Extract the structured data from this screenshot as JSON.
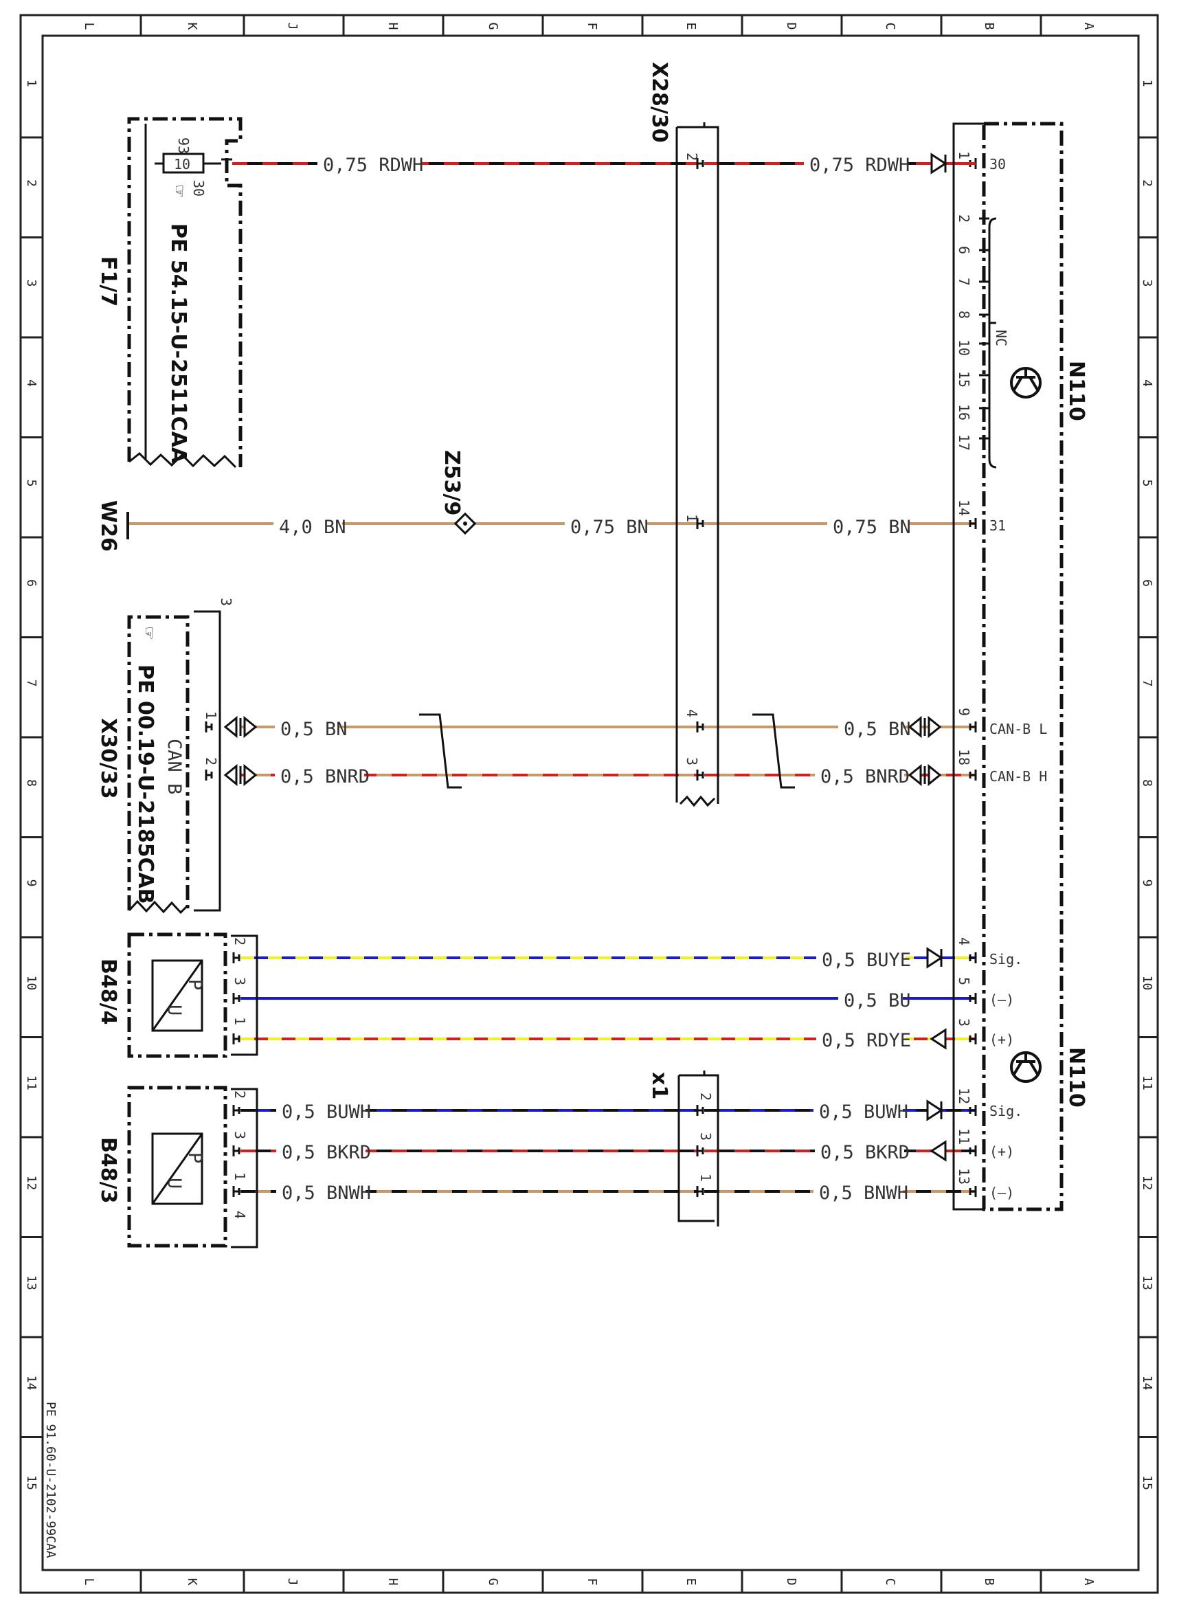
{
  "grid": {
    "letters": [
      "L",
      "K",
      "J",
      "H",
      "G",
      "F",
      "E",
      "D",
      "C",
      "B",
      "A"
    ],
    "numbers": [
      "1",
      "2",
      "3",
      "4",
      "5",
      "6",
      "7",
      "8",
      "9",
      "10",
      "11",
      "12",
      "13",
      "14",
      "15"
    ]
  },
  "components": {
    "f17_name": "F1/7",
    "f17_ref": "PE 54.15-U-2511CAA",
    "f17_fuse_value": "10",
    "f17_pin_93": "93",
    "f17_pin_30": "30",
    "x2830_name": "X28/30",
    "w26_name": "W26",
    "z539_name": "Z53/9",
    "x3033_name": "X30/33",
    "x3033_ref": "PE 00.19-U-2185CAB",
    "x3033_bus": "CAN B",
    "x3033_bracket": "3",
    "b484_name": "B48/4",
    "b483_name": "B48/3",
    "sensor_p": "P",
    "sensor_u": "U",
    "x1_name": "x1",
    "n110_top_name": "N110",
    "n110_bottom_name": "N110",
    "nc_label": "NC"
  },
  "wires": {
    "w1_left": "0,75 RDWH",
    "w1_right": "0,75 RDWH",
    "w2_left": "4,0 BN",
    "w2_mid": "0,75 BN",
    "w2_right": "0,75 BN",
    "w3_left": "0,5 BN",
    "w3_right": "0,5 BN",
    "w4_left": "0,5 BNRD",
    "w4_right": "0,5 BNRD",
    "w5": "0,5 BUYE",
    "w6": "0,5 BU",
    "w7": "0,5 RDYE",
    "w8_left": "0,5 BUWH",
    "w8_right": "0,5 BUWH",
    "w9_left": "0,5 BKRD",
    "w9_right": "0,5 BKRD",
    "w10_left": "0,5 BNWH",
    "w10_right": "0,5 BNWH"
  },
  "pins": {
    "n110_30": "1",
    "n110_30_lbl": "30",
    "nc_list": [
      "2",
      "6",
      "7",
      "8",
      "10",
      "15",
      "16",
      "17"
    ],
    "n110_31": "14",
    "n110_31_lbl": "31",
    "n110_canl": "9",
    "n110_canl_lbl": "CAN-B L",
    "n110_canh": "18",
    "n110_canh_lbl": "CAN-B H",
    "n110_sig1": "4",
    "n110_sig1_lbl": "Sig.",
    "n110_neg1": "5",
    "n110_neg1_lbl": "(–)",
    "n110_pos1": "3",
    "n110_pos1_lbl": "(+)",
    "n110_sig2": "12",
    "n110_sig2_lbl": "Sig.",
    "n110_pos2": "11",
    "n110_pos2_lbl": "(+)",
    "n110_neg2": "13",
    "n110_neg2_lbl": "(–)",
    "x2830_2": "2",
    "x2830_1": "1",
    "x2830_4": "4",
    "x2830_3": "3",
    "x3033_1": "1",
    "x3033_2": "2",
    "b484_2": "2",
    "b484_3": "3",
    "b484_1": "1",
    "b483_2": "2",
    "b483_3": "3",
    "b483_1": "1",
    "b483_4": "4",
    "x1_2": "2",
    "x1_3": "3",
    "x1_1": "1"
  },
  "footer": {
    "doc_ref": "PE 91.60-U-2102-99CAA"
  },
  "colors": {
    "red": "#d21f1f",
    "brown": "#c79a6d",
    "blue": "#1a1acc",
    "yellow": "#eef02a",
    "black": "#111111",
    "white": "#ffffff"
  }
}
